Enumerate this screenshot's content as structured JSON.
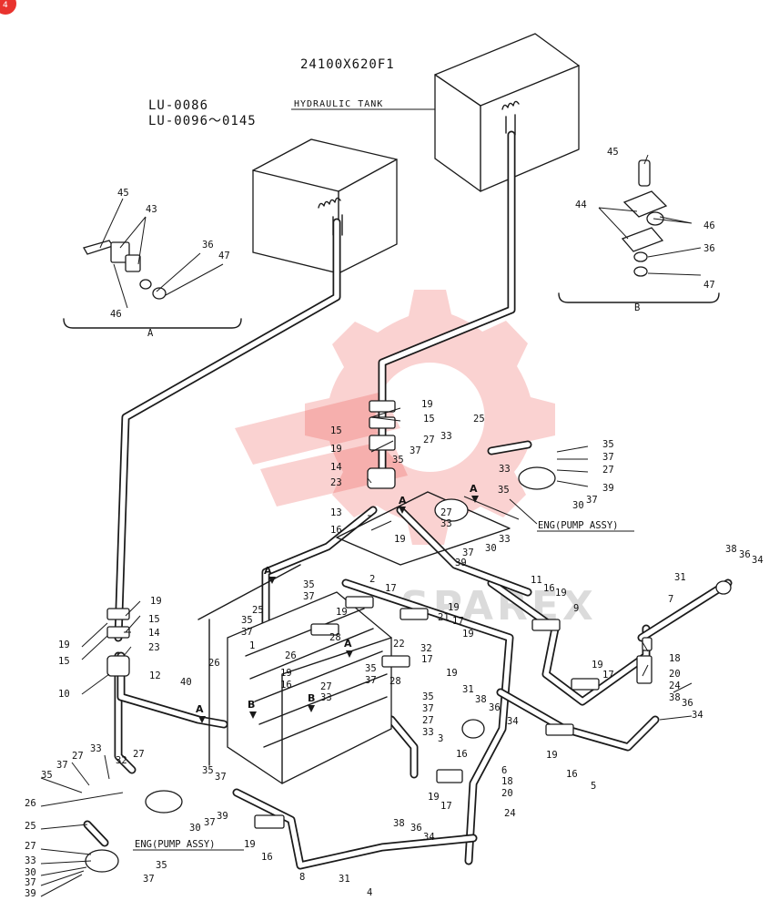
{
  "drawing": {
    "code": "24100X620F1",
    "model_line_1": "LU-0086",
    "model_line_2": "LU-0096～0145",
    "tank_label": "HYDRAULIC  TANK",
    "pump_label_right": "ENG(PUMP ASSY)",
    "pump_label_left": "ENG(PUMP ASSY)",
    "detail_a": "A",
    "detail_b": "B",
    "watermark_text": "SPAREX",
    "corner_badge": "4"
  },
  "colors": {
    "ink": "#1a1a1a",
    "watermark": "#e9332e",
    "badge": "#e9332e"
  },
  "callouts": [
    {
      "text": "45"
    },
    {
      "text": "43"
    },
    {
      "text": "36"
    },
    {
      "text": "47"
    },
    {
      "text": "46"
    },
    {
      "text": "45"
    },
    {
      "text": "44"
    },
    {
      "text": "46"
    },
    {
      "text": "36"
    },
    {
      "text": "47"
    },
    {
      "text": "19"
    },
    {
      "text": "15"
    },
    {
      "text": "15"
    },
    {
      "text": "19"
    },
    {
      "text": "14"
    },
    {
      "text": "23"
    },
    {
      "text": "13"
    },
    {
      "text": "16"
    },
    {
      "text": "19"
    },
    {
      "text": "35"
    },
    {
      "text": "37"
    },
    {
      "text": "27"
    },
    {
      "text": "33"
    },
    {
      "text": "25"
    },
    {
      "text": "35"
    },
    {
      "text": "37"
    },
    {
      "text": "27"
    },
    {
      "text": "33"
    },
    {
      "text": "39"
    },
    {
      "text": "37"
    },
    {
      "text": "30"
    },
    {
      "text": "35"
    },
    {
      "text": "27"
    },
    {
      "text": "33"
    },
    {
      "text": "30"
    },
    {
      "text": "33"
    },
    {
      "text": "37"
    },
    {
      "text": "39"
    },
    {
      "text": "38"
    },
    {
      "text": "36"
    },
    {
      "text": "34"
    },
    {
      "text": "31"
    },
    {
      "text": "7"
    },
    {
      "text": "11"
    },
    {
      "text": "16"
    },
    {
      "text": "19"
    },
    {
      "text": "9"
    },
    {
      "text": "17"
    },
    {
      "text": "19"
    },
    {
      "text": "18"
    },
    {
      "text": "20"
    },
    {
      "text": "24"
    },
    {
      "text": "38"
    },
    {
      "text": "36"
    },
    {
      "text": "34"
    },
    {
      "text": "19"
    },
    {
      "text": "16"
    },
    {
      "text": "5"
    },
    {
      "text": "19"
    },
    {
      "text": "15"
    },
    {
      "text": "19"
    },
    {
      "text": "14"
    },
    {
      "text": "15"
    },
    {
      "text": "23"
    },
    {
      "text": "12"
    },
    {
      "text": "10"
    },
    {
      "text": "40"
    },
    {
      "text": "35"
    },
    {
      "text": "37"
    },
    {
      "text": "2"
    },
    {
      "text": "17"
    },
    {
      "text": "25"
    },
    {
      "text": "35"
    },
    {
      "text": "37"
    },
    {
      "text": "19"
    },
    {
      "text": "19"
    },
    {
      "text": "21"
    },
    {
      "text": "19"
    },
    {
      "text": "28"
    },
    {
      "text": "1"
    },
    {
      "text": "22"
    },
    {
      "text": "32"
    },
    {
      "text": "17"
    },
    {
      "text": "28"
    },
    {
      "text": "17"
    },
    {
      "text": "19"
    },
    {
      "text": "26"
    },
    {
      "text": "26"
    },
    {
      "text": "19"
    },
    {
      "text": "16"
    },
    {
      "text": "27"
    },
    {
      "text": "33"
    },
    {
      "text": "35"
    },
    {
      "text": "37"
    },
    {
      "text": "35"
    },
    {
      "text": "37"
    },
    {
      "text": "27"
    },
    {
      "text": "33"
    },
    {
      "text": "31"
    },
    {
      "text": "38"
    },
    {
      "text": "36"
    },
    {
      "text": "34"
    },
    {
      "text": "3"
    },
    {
      "text": "16"
    },
    {
      "text": "6"
    },
    {
      "text": "18"
    },
    {
      "text": "20"
    },
    {
      "text": "19"
    },
    {
      "text": "17"
    },
    {
      "text": "24"
    },
    {
      "text": "38"
    },
    {
      "text": "36"
    },
    {
      "text": "34"
    },
    {
      "text": "31"
    },
    {
      "text": "4"
    },
    {
      "text": "8"
    },
    {
      "text": "16"
    },
    {
      "text": "19"
    },
    {
      "text": "37"
    },
    {
      "text": "27"
    },
    {
      "text": "33"
    },
    {
      "text": "35"
    },
    {
      "text": "26"
    },
    {
      "text": "32"
    },
    {
      "text": "27"
    },
    {
      "text": "35"
    },
    {
      "text": "37"
    },
    {
      "text": "30"
    },
    {
      "text": "37"
    },
    {
      "text": "39"
    },
    {
      "text": "25"
    },
    {
      "text": "27"
    },
    {
      "text": "33"
    },
    {
      "text": "30"
    },
    {
      "text": "37"
    },
    {
      "text": "39"
    },
    {
      "text": "35"
    },
    {
      "text": "37"
    }
  ]
}
